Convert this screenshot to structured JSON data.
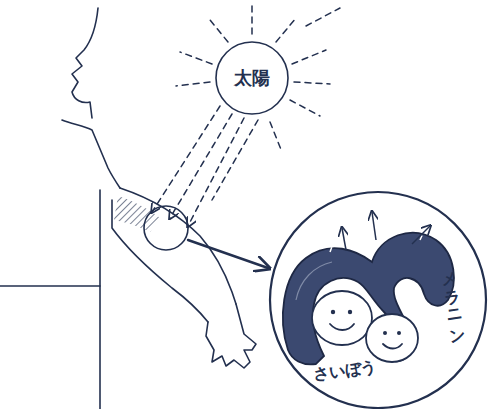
{
  "diagram": {
    "nodes": [
      {
        "text": [
          "太陽"
        ]
      },
      {
        "text": [
          "メラニン",
          "さいぼう"
        ]
      }
    ]
  }
}
